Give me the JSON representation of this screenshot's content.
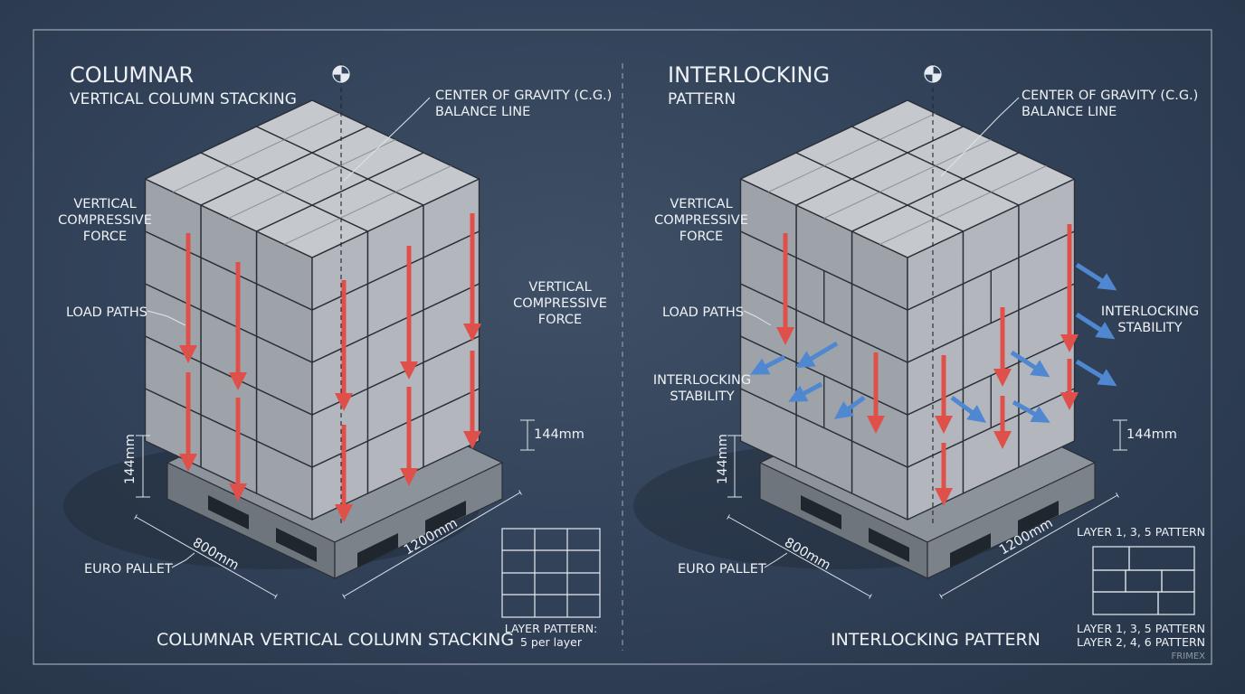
{
  "colors": {
    "background": "#33435a",
    "frame": "#aab6c6",
    "text": "#eef2f6",
    "box_top": "#c5c8cd",
    "box_left": "#9ea3aa",
    "box_right": "#b3b7bd",
    "box_edge": "#2a2f37",
    "pallet_top": "#8d939b",
    "pallet_side": "#6f757d",
    "arrow_red": "#e0504a",
    "arrow_blue": "#4f88d0"
  },
  "left": {
    "title": "COLUMNAR",
    "subtitle": "VERTICAL COLUMN STACKING",
    "cog_label_1": "CENTER OF GRAVITY (C.G.)",
    "cog_label_2": "BALANCE LINE",
    "force_left_1": "VERTICAL",
    "force_left_2": "COMPRESSIVE",
    "force_left_3": "FORCE",
    "force_right_1": "VERTICAL",
    "force_right_2": "COMPRESSIVE",
    "force_right_3": "FORCE",
    "load_paths": "LOAD PATHS",
    "dim_height_right": "144mm",
    "dim_height_left": "144mm",
    "dim_width": "800mm",
    "dim_length": "1200mm",
    "pallet_label": "EURO PALLET",
    "layer_pattern_1": "LAYER PATTERN:",
    "layer_pattern_2": "5 per layer",
    "caption": "COLUMNAR VERTICAL COLUMN STACKING"
  },
  "right": {
    "title": "INTERLOCKING",
    "subtitle": "PATTERN",
    "cog_label_1": "CENTER OF GRAVITY (C.G.)",
    "cog_label_2": "BALANCE LINE",
    "force_left_1": "VERTICAL",
    "force_left_2": "COMPRESSIVE",
    "force_left_3": "FORCE",
    "load_paths": "LOAD PATHS",
    "stability_left_1": "INTERLOCKING",
    "stability_left_2": "STABILITY",
    "stability_right_1": "INTERLOCKING",
    "stability_right_2": "STABILITY",
    "dim_height_right": "144mm",
    "dim_height_left": "144mm",
    "dim_width": "800mm",
    "dim_length": "1200mm",
    "pallet_label": "EURO PALLET",
    "pattern_top": "LAYER 1, 3, 5 PATTERN",
    "pattern_bottom_1": "LAYER 1, 3, 5 PATTERN",
    "pattern_bottom_2": "LAYER 2, 4, 6 PATTERN",
    "caption": "INTERLOCKING PATTERN"
  },
  "watermark": "FRIMEX"
}
